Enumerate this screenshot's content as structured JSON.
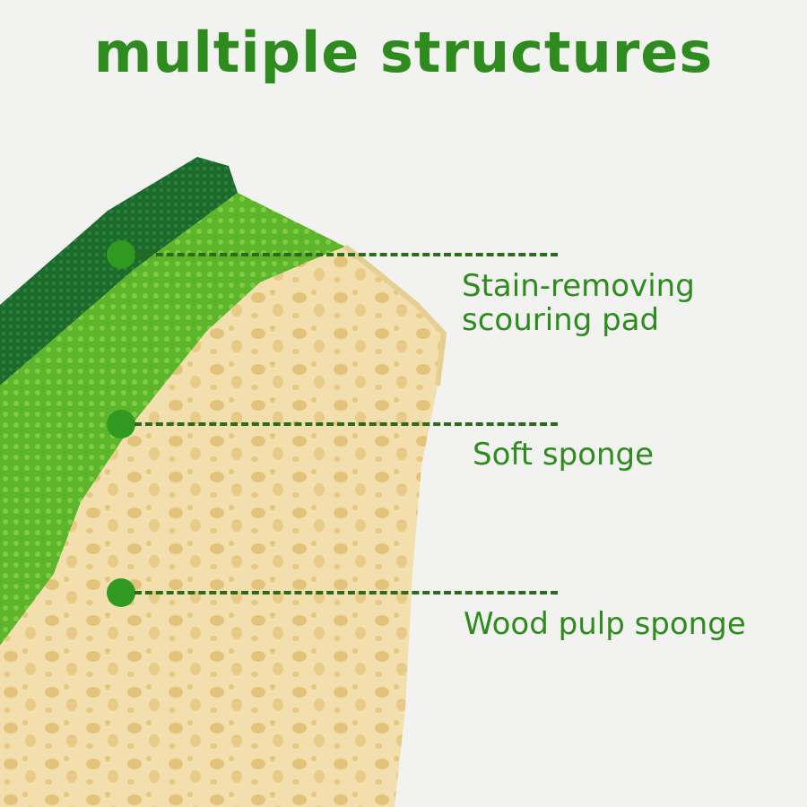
{
  "title": "multiple structures",
  "colors": {
    "title": "#2e8b1e",
    "label": "#2e8b1e",
    "marker": "#2f9a1f",
    "scrub_dark": "#1e6e2a",
    "scrub_light": "#5fb82a",
    "pulp": "#f2ddaa",
    "background": "#f2f2f0"
  },
  "layers": [
    {
      "label_line1": "Stain-removing",
      "label_line2": "scouring pad"
    },
    {
      "label_line1": "Soft sponge"
    },
    {
      "label_line1": "Wood pulp sponge"
    }
  ]
}
